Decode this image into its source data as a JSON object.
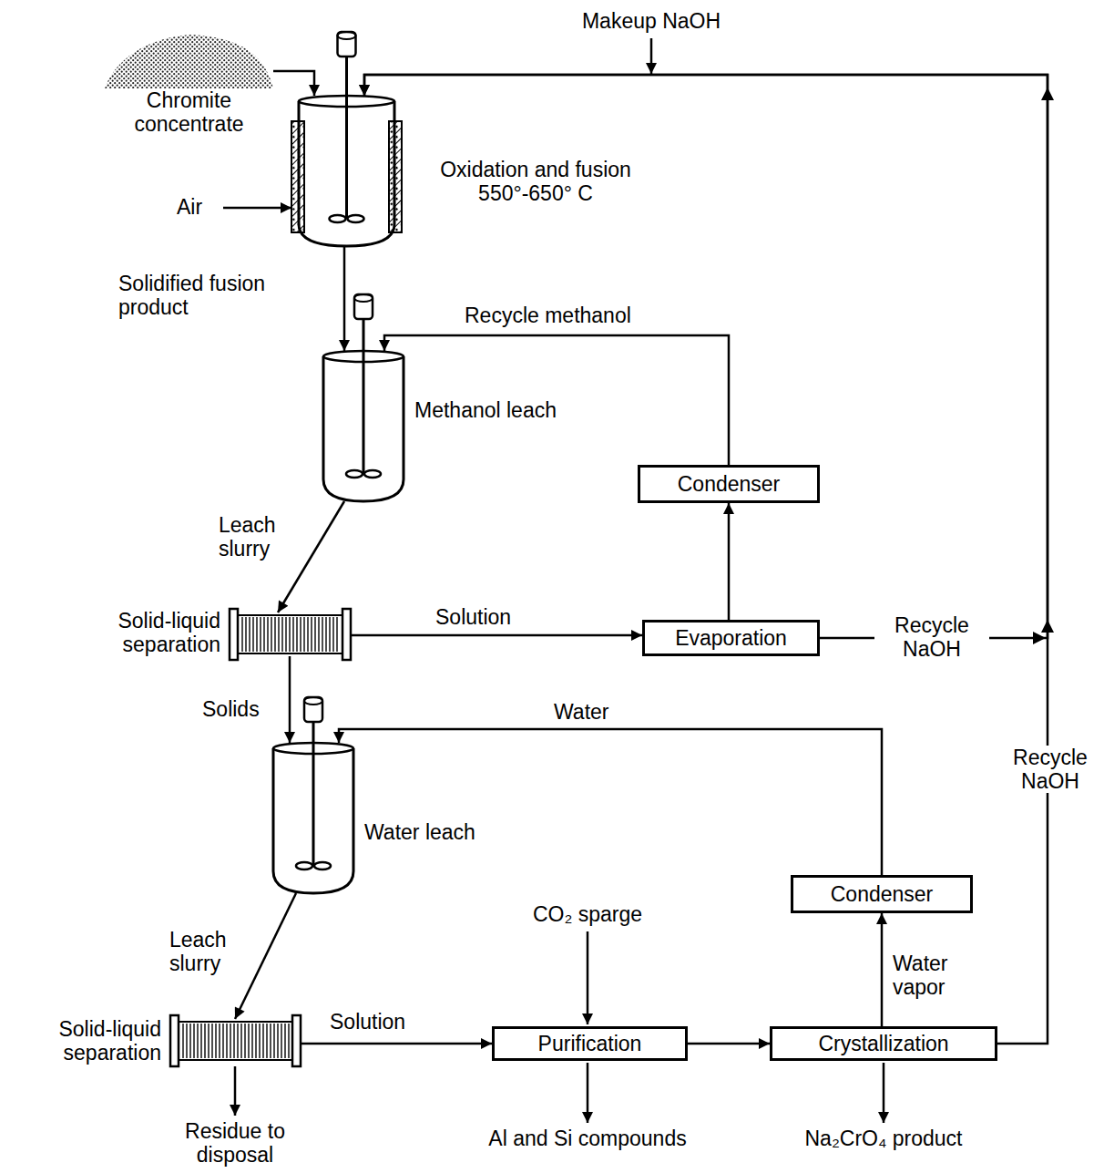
{
  "diagram": {
    "nodes": [
      {
        "text": [
          "Chromite concentrate"
        ]
      },
      {
        "text": [
          "Oxidation and fusion 550°-650° C"
        ]
      },
      {
        "text": [
          "Methanol leach"
        ]
      },
      {
        "text": [
          "Solid-liquid separation"
        ]
      },
      {
        "text": [
          "Evaporation"
        ]
      },
      {
        "text": [
          "Condenser"
        ]
      },
      {
        "text": [
          "Water leach"
        ]
      },
      {
        "text": [
          "Solid-liquid separation"
        ]
      },
      {
        "text": [
          "Purification"
        ]
      },
      {
        "text": [
          "Crystallization"
        ]
      },
      {
        "text": [
          "Condenser"
        ]
      }
    ],
    "edges": [
      {
        "from": 0,
        "to": 1,
        "arrow": "to"
      },
      {
        "from": 1,
        "to": 2,
        "label": "Solidified fusion product",
        "arrow": "to"
      },
      {
        "from": 2,
        "to": 3,
        "label": "Leach slurry",
        "arrow": "to"
      },
      {
        "from": 3,
        "to": 4,
        "label": "Solution",
        "arrow": "to"
      },
      {
        "from": 4,
        "to": 5,
        "arrow": "to"
      },
      {
        "from": 5,
        "to": 2,
        "label": "Recycle methanol",
        "arrow": "to"
      },
      {
        "from": 4,
        "to": 1,
        "label": "Recycle NaOH",
        "arrow": "to"
      },
      {
        "from": 3,
        "to": 6,
        "label": "Solids",
        "arrow": "to"
      },
      {
        "from": 6,
        "to": 7,
        "label": "Leach slurry",
        "arrow": "to"
      },
      {
        "from": 7,
        "to": 8,
        "label": "Solution",
        "arrow": "to"
      },
      {
        "from": 8,
        "to": 9,
        "arrow": "to"
      },
      {
        "from": 9,
        "to": 10,
        "label": "Water vapor",
        "arrow": "to"
      },
      {
        "from": 10,
        "to": 6,
        "label": "Water",
        "arrow": "to"
      },
      {
        "from": 9,
        "to": 1,
        "label": "Recycle NaOH",
        "arrow": "to"
      }
    ],
    "labels": [
      "Makeup NaOH",
      "Air",
      "CO₂ sparge",
      "Residue to disposal",
      "Al and Si compounds",
      "Na₂CrO₄ product"
    ]
  }
}
